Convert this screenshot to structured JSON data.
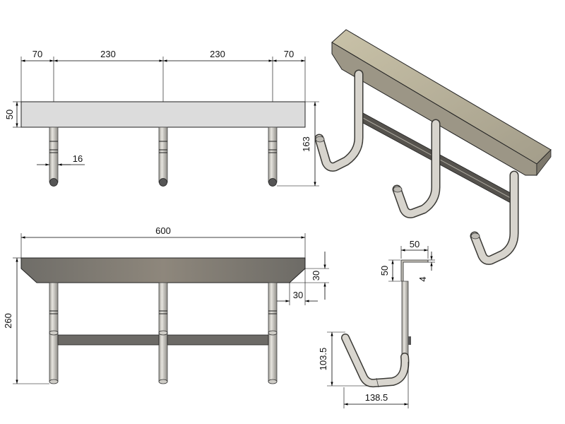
{
  "top_view": {
    "dims": {
      "seg1": "70",
      "seg2": "230",
      "seg3": "230",
      "seg4": "70",
      "thickness": "50",
      "tube_dia": "16",
      "depth": "163"
    }
  },
  "front_view": {
    "dims": {
      "length": "600",
      "height": "260",
      "bevel_h": "30",
      "bevel_w": "30"
    }
  },
  "side_view": {
    "dims": {
      "flange_w": "50",
      "flange_h": "50",
      "sheet_t": "4",
      "hook_h": "103.5",
      "hook_w": "138.5"
    }
  },
  "colors": {
    "shelf_light": "#dcdcdc",
    "shelf_dark": "#8a8a82",
    "tube": "#d4d2cc",
    "iso_top": "#b8b19a",
    "iso_front": "#9c9686"
  }
}
